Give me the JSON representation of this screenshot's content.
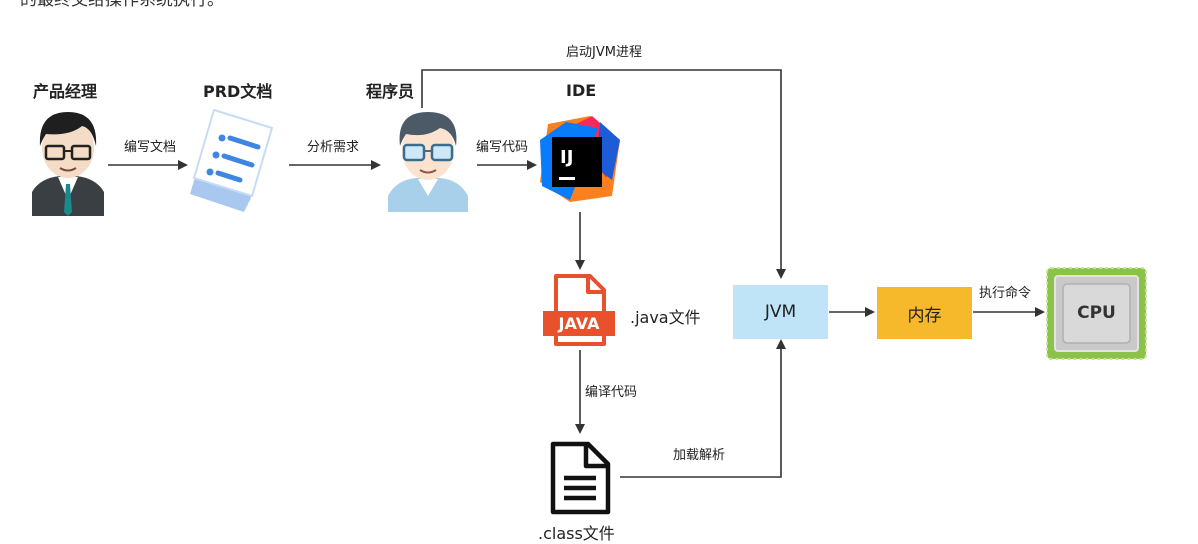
{
  "intro_text": "的最终交给操作系统执行。",
  "actors": {
    "product_manager": "产品经理",
    "prd_doc": "PRD文档",
    "programmer": "程序员",
    "ide": "IDE"
  },
  "edges": {
    "write_doc": "编写文档",
    "analyze": "分析需求",
    "write_code": "编写代码",
    "start_jvm": "启动JVM进程",
    "compile": "编译代码",
    "load_parse": "加载解析",
    "exec_cmd": "执行命令"
  },
  "files": {
    "java_badge": "JAVA",
    "java_label": ".java文件",
    "class_label": ".class文件"
  },
  "boxes": {
    "jvm": "JVM",
    "memory": "内存",
    "cpu": "CPU"
  },
  "ide_logo": "IJ",
  "colors": {
    "jvm_box": "#bfe3f7",
    "memory_box": "#f7b92c",
    "cpu_border": "#8bc34a",
    "java_orange": "#e8512c",
    "arrow": "#333333"
  }
}
